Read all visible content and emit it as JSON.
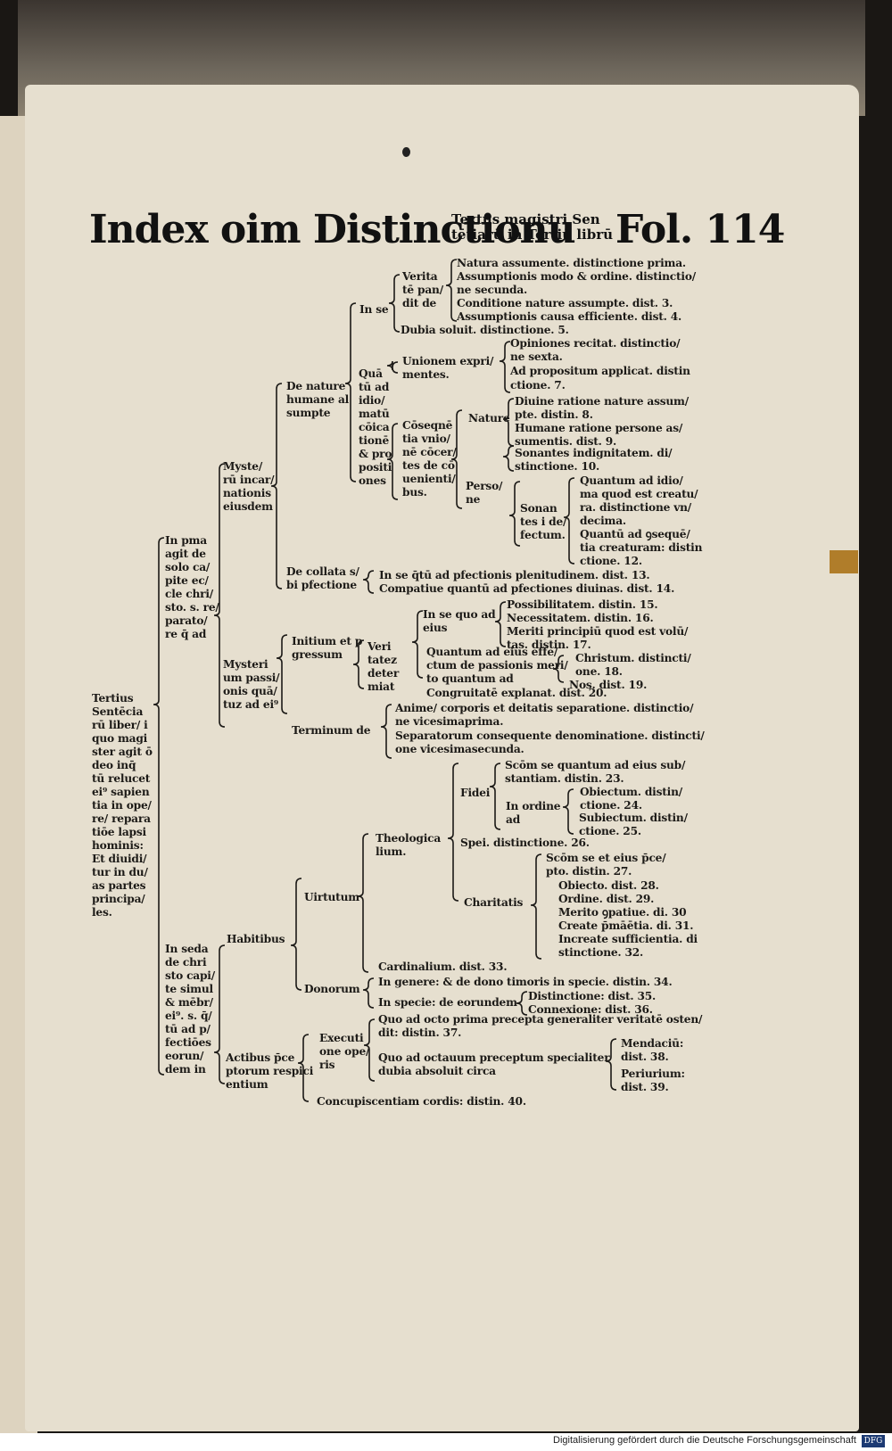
{
  "header": {
    "title_main": "Index oim Distinctionu",
    "title_sub_1": "Textus magistri Sen",
    "title_sub_2": "tētiarū in Tertiū librū",
    "folio": "Fol. 114"
  },
  "footer": {
    "credit": "Digitalisierung gefördert durch die Deutsche Forschungsgemeinschaft",
    "logo": "DFG"
  },
  "lines": [
    "Natura assumente. distinctione prima.",
    "Assumptionis modo & ordine. distinctio/",
    "ne secunda.",
    "Conditione nature assumpte. dist. 3.",
    "Assumptionis causa efficiente. dist. 4.",
    "Verita",
    "tē pan/",
    "dit de",
    "In se",
    "Dubia soluit. distinctione. 5.",
    "Opiniones recitat. distinctio/",
    "ne sexta.",
    "Ad propositum applicat. distin",
    "ctione. 7.",
    "Unionem expri/",
    "mentes.",
    "Quā",
    "tū ad",
    "idio/",
    "matū",
    "cōica",
    "tionē",
    "& pro",
    "positi",
    "ones",
    "De nature",
    "humane al",
    "sumpte",
    "Diuine ratione nature assum/",
    "pte. distin. 8.",
    "Humane ratione persone as/",
    "sumentis. dist. 9.",
    "Nature",
    "Cōseqnē",
    "tia vnio/",
    "nē cōcer/",
    "tes de cō",
    "uenienti/",
    "bus.",
    "Sonantes indignitatem. di/",
    "stinctione. 10.",
    "Myste/",
    "rū incar/",
    "nationis",
    "eiusdem",
    "Quantum ad idio/",
    "ma quod est creatu/",
    "ra. distinctione vn/",
    "decima.",
    "Quantū ad ꝯsequē/",
    "tia creaturam: distin",
    "ctione. 12.",
    "Perso/",
    "ne",
    "Sonan",
    "tes i de/",
    "fectum.",
    "In pma",
    "agit de",
    "solo ca/",
    "pite ec/",
    "cle chri/",
    "sto. s. re/",
    "parato/",
    "re q̄ ad",
    "De collata s/",
    "bi pfectione",
    "In se q̄tū ad pfectionis plenitudinem. dist. 13.",
    "Compatiue quantū ad pfectiones diuinas. dist. 14.",
    "Possibilitatem. distin. 15.",
    "Necessitatem. distin. 16.",
    "Meriti principiū quod est volū/",
    "tas. distin. 17.",
    "In se quo ad",
    "eius",
    "Initium et p",
    "gressum",
    "Veri",
    "tatez",
    "deter",
    "miat",
    "Quantum ad eius effe/",
    "ctum de passionis meri/",
    "to quantum ad",
    "Christum. distincti/",
    "one. 18.",
    "Nos. dist. 19.",
    "Mysteri",
    "um passi/",
    "onis quā/",
    "tuz ad ei⁹",
    "Congruitatē explanat. dist. 20.",
    "Anime/ corporis et deitatis separatione. distinctio/",
    "ne vicesimaprima.",
    "Terminum de",
    "Separatorum consequente denominatione. distincti/",
    "one vicesimasecunda.",
    "Tertius",
    "Sentēcia",
    "rū liber/ i",
    "quo magi",
    "ster agit ō",
    "deo inq̄",
    "tū relucet",
    "ei⁹ sapien",
    "tia in ope/",
    "re/ repara",
    "tiōe lapsi",
    "hominis:",
    "Et diuidi/",
    "tur in du/",
    "as partes",
    "principa/",
    "les.",
    "Scōm se quantum ad eius sub/",
    "stantiam. distin. 23.",
    "Fidei",
    "Obiectum. distin/",
    "ctione. 24.",
    "In ordine",
    "ad",
    "Subiectum. distin/",
    "ctione. 25.",
    "Theologica",
    "lium.",
    "Spei. distinctione. 26.",
    "Scōm se et eius p̄ce/",
    "pto. distin. 27.",
    "Obiecto. dist. 28.",
    "Ordine. dist. 29.",
    "Charitatis",
    "Merito ꝯpatiue. di. 30",
    "Create p̄māētia. di. 31.",
    "Increate sufficientia. di",
    "stinctione. 32.",
    "Uirtutum",
    "Habitibus",
    "In seda",
    "de chri",
    "sto capi/",
    "te simul",
    "& mēbr/",
    "ei⁹. s. q̄/",
    "tū ad p/",
    "fectiōes",
    "eorun/",
    "dem in",
    "Cardinalium. dist. 33.",
    "Donorum",
    "In genere: & de dono timoris in specie. distin. 34.",
    "In specie: de eorundem",
    "Distinctione: dist. 35.",
    "Connexione: dist. 36.",
    "Quo ad octo prima precepta generaliter veritatē osten/",
    "Executi",
    "one ope/",
    "ris",
    "dit: distin. 37.",
    "Mendaciū:",
    "dist. 38.",
    "Actibus p̄ce",
    "ptorum respici",
    "entium",
    "Quo ad octauum preceptum specialiter",
    "dubia absoluit circa",
    "Periurium:",
    "dist. 39.",
    "Concupiscentiam cordis: distin. 40."
  ]
}
